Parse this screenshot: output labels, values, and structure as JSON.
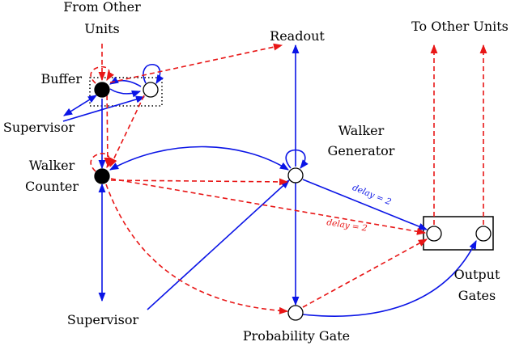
{
  "labels": {
    "from_other_units_1": "From Other",
    "from_other_units_2": "Units",
    "buffer": "Buffer",
    "supervisor_top": "Supervisor",
    "walker_counter_1": "Walker",
    "walker_counter_2": "Counter",
    "readout": "Readout",
    "walker_generator_1": "Walker",
    "walker_generator_2": "Generator",
    "to_other_units": "To Other Units",
    "delay_blue": "delay = 2",
    "delay_red": "delay = 2",
    "output_gates_1": "Output",
    "output_gates_2": "Gates",
    "supervisor_bottom": "Supervisor",
    "probability_gate": "Probability Gate"
  },
  "colors": {
    "excitatory": "#0a14e6",
    "inhibitory_dashed": "#e81616",
    "node_stroke": "#000000"
  }
}
